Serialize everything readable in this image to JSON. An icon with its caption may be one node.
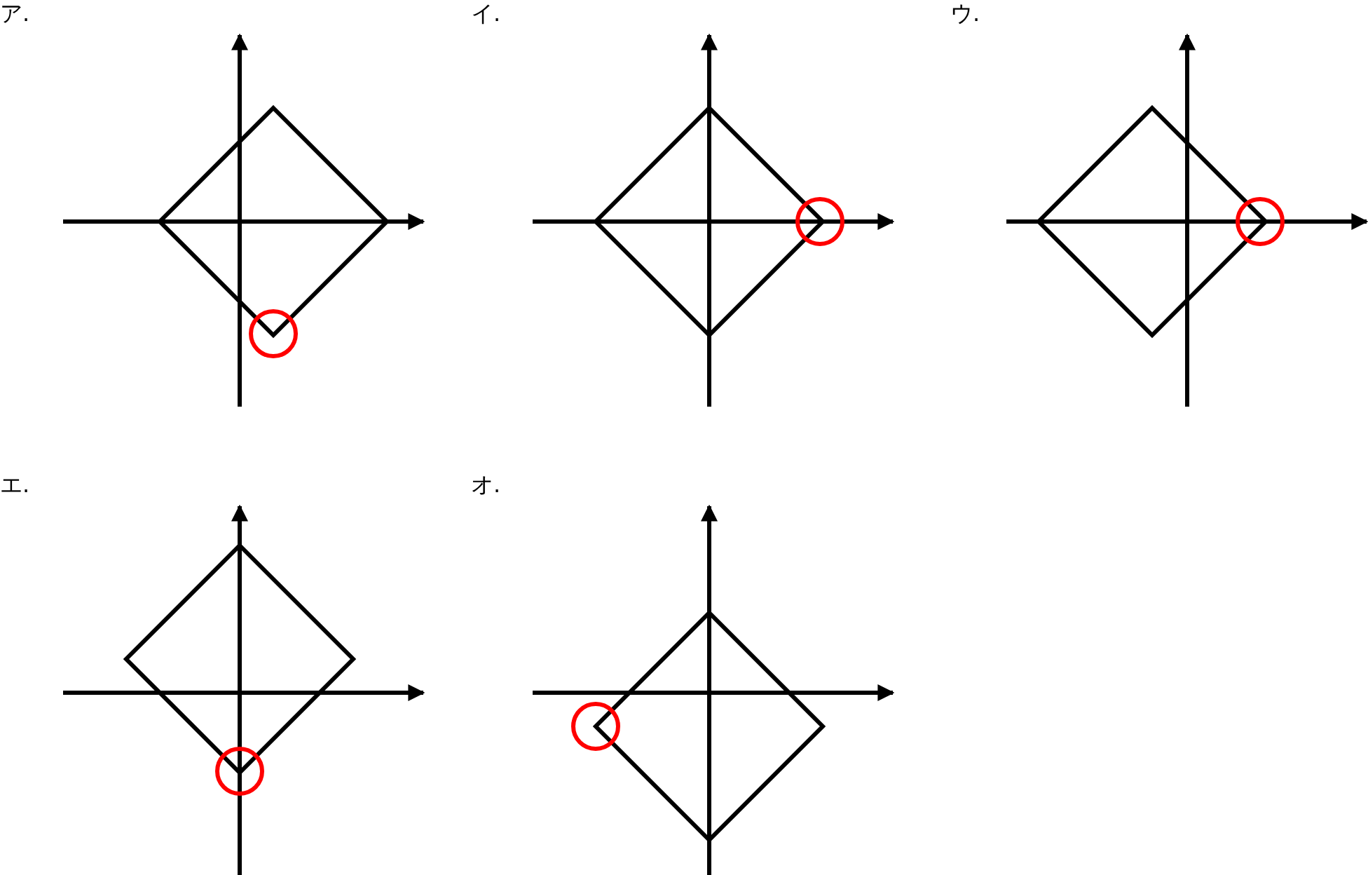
{
  "diagram": {
    "labels": [
      "ア.",
      "イ.",
      "ウ.",
      "エ.",
      "オ."
    ]
  }
}
